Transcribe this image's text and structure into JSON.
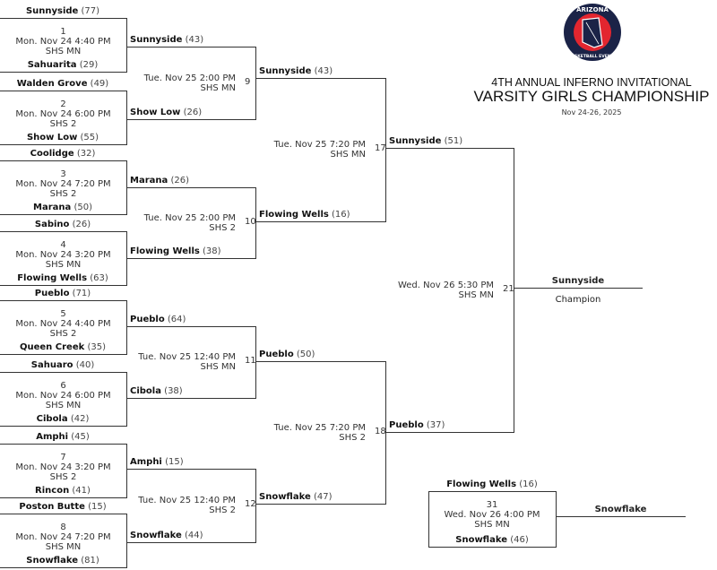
{
  "header": {
    "logo_text_top": "ARIZONA",
    "logo_text_bottom": "BASKETBALL EVENTS",
    "subtitle": "4TH ANNUAL INFERNO INVITATIONAL",
    "title": "VARSITY GIRLS CHAMPIONSHIP",
    "dates": "Nov 24-26, 2025",
    "colors": {
      "navy": "#1b2347",
      "red": "#e3262f"
    }
  },
  "round1": [
    {
      "num": "1",
      "date": "Mon. Nov 24 4:40 PM",
      "venue": "SHS MN",
      "top": {
        "team": "Sunnyside",
        "score": "(77)"
      },
      "bottom": {
        "team": "Sahuarita",
        "score": "(29)"
      }
    },
    {
      "num": "2",
      "date": "Mon. Nov 24 6:00 PM",
      "venue": "SHS 2",
      "top": {
        "team": "Walden Grove",
        "score": "(49)"
      },
      "bottom": {
        "team": "Show Low",
        "score": "(55)"
      }
    },
    {
      "num": "3",
      "date": "Mon. Nov 24 7:20 PM",
      "venue": "SHS 2",
      "top": {
        "team": "Coolidge",
        "score": "(32)"
      },
      "bottom": {
        "team": "Marana",
        "score": "(50)"
      }
    },
    {
      "num": "4",
      "date": "Mon. Nov 24 3:20 PM",
      "venue": "SHS MN",
      "top": {
        "team": "Sabino",
        "score": "(26)"
      },
      "bottom": {
        "team": "Flowing Wells",
        "score": "(63)"
      }
    },
    {
      "num": "5",
      "date": "Mon. Nov 24 4:40 PM",
      "venue": "SHS 2",
      "top": {
        "team": "Pueblo",
        "score": "(71)"
      },
      "bottom": {
        "team": "Queen Creek",
        "score": "(35)"
      }
    },
    {
      "num": "6",
      "date": "Mon. Nov 24 6:00 PM",
      "venue": "SHS MN",
      "top": {
        "team": "Sahuaro",
        "score": "(40)"
      },
      "bottom": {
        "team": "Cibola",
        "score": "(42)"
      }
    },
    {
      "num": "7",
      "date": "Mon. Nov 24 3:20 PM",
      "venue": "SHS 2",
      "top": {
        "team": "Amphi",
        "score": "(45)"
      },
      "bottom": {
        "team": "Rincon",
        "score": "(41)"
      }
    },
    {
      "num": "8",
      "date": "Mon. Nov 24 7:20 PM",
      "venue": "SHS MN",
      "top": {
        "team": "Poston Butte",
        "score": "(15)"
      },
      "bottom": {
        "team": "Snowflake",
        "score": "(81)"
      }
    }
  ],
  "round2": [
    {
      "num": "9",
      "date": "Tue. Nov 25 2:00 PM",
      "venue": "SHS MN",
      "top": {
        "team": "Sunnyside",
        "score": "(43)"
      },
      "bottom": {
        "team": "Show Low",
        "score": "(26)"
      }
    },
    {
      "num": "10",
      "date": "Tue. Nov 25 2:00 PM",
      "venue": "SHS 2",
      "top": {
        "team": "Marana",
        "score": "(26)"
      },
      "bottom": {
        "team": "Flowing Wells",
        "score": "(38)"
      }
    },
    {
      "num": "11",
      "date": "Tue. Nov 25 12:40 PM",
      "venue": "SHS MN",
      "top": {
        "team": "Pueblo",
        "score": "(64)"
      },
      "bottom": {
        "team": "Cibola",
        "score": "(38)"
      }
    },
    {
      "num": "12",
      "date": "Tue. Nov 25 12:40 PM",
      "venue": "SHS 2",
      "top": {
        "team": "Amphi",
        "score": "(15)"
      },
      "bottom": {
        "team": "Snowflake",
        "score": "(44)"
      }
    }
  ],
  "round3": [
    {
      "num": "17",
      "date": "Tue. Nov 25 7:20 PM",
      "venue": "SHS MN",
      "top": {
        "team": "Sunnyside",
        "score": "(43)"
      },
      "bottom": {
        "team": "Flowing Wells",
        "score": "(16)"
      }
    },
    {
      "num": "18",
      "date": "Tue. Nov 25 7:20 PM",
      "venue": "SHS 2",
      "top": {
        "team": "Pueblo",
        "score": "(50)"
      },
      "bottom": {
        "team": "Snowflake",
        "score": "(47)"
      }
    }
  ],
  "round4": [
    {
      "num": "21",
      "date": "Wed. Nov 26 5:30 PM",
      "venue": "SHS MN",
      "top": {
        "team": "Sunnyside",
        "score": "(51)"
      },
      "bottom": {
        "team": "Pueblo",
        "score": "(37)"
      }
    }
  ],
  "champion": {
    "team": "Sunnyside",
    "label": "Champion"
  },
  "consolation": {
    "num": "31",
    "date": "Wed. Nov 26 4:00 PM",
    "venue": "SHS MN",
    "top": {
      "team": "Flowing Wells",
      "score": "(16)"
    },
    "bottom": {
      "team": "Snowflake",
      "score": "(46)"
    },
    "winner": "Snowflake"
  }
}
